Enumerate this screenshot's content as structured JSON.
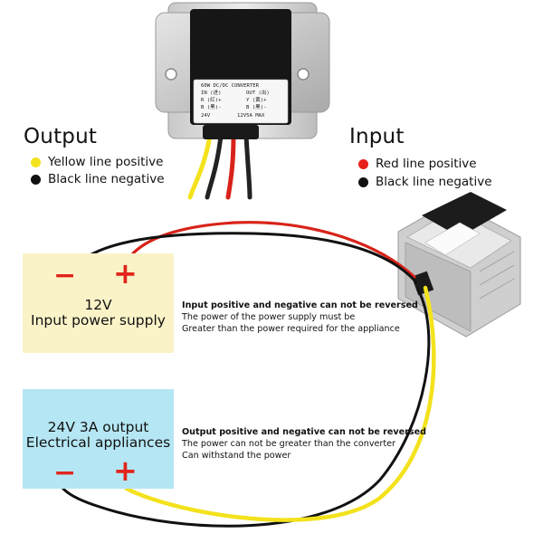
{
  "colors": {
    "red_wire": "#d8231a",
    "yellow_wire": "#f3e21c",
    "black_wire": "#111111",
    "input_box": "#fbf3c8",
    "output_box": "#b5e6f3",
    "sign_red": "#e0251b"
  },
  "output_legend": {
    "title": "Output",
    "items": [
      {
        "dot_color": "#f3e21c",
        "text": "Yellow line positive"
      },
      {
        "dot_color": "#111111",
        "text": "Black line negative"
      }
    ]
  },
  "input_legend": {
    "title": "Input",
    "items": [
      {
        "dot_color": "#e8201a",
        "text": "Red line positive"
      },
      {
        "dot_color": "#111111",
        "text": "Black line negative"
      }
    ]
  },
  "input_box": {
    "minus": "−",
    "plus": "+",
    "line1": "12V",
    "line2": "Input power supply"
  },
  "output_box": {
    "line1": "24V 3A output",
    "line2": "Electrical appliances",
    "minus": "−",
    "plus": "+"
  },
  "input_note": {
    "bold": "Input positive and negative can not be reversed",
    "line2": "The power of the power supply must be",
    "line3": "Greater than the power required for the appliance"
  },
  "output_note": {
    "bold": "Output positive and negative can not be reversed",
    "line2": "The power can not be greater than the converter",
    "line3": "Can withstand the power"
  },
  "converter_label": {
    "title": "60W DC/DC  CONVERTER",
    "in": "IN (进)",
    "out": "OUT (出)",
    "r_row": "R (红)+",
    "y_row": "Y (黄)+",
    "b_row1": "B (黑)-",
    "b_row2": "B (黑)-",
    "in_volt": "24V",
    "out_volt": "12V5A  MAX"
  }
}
